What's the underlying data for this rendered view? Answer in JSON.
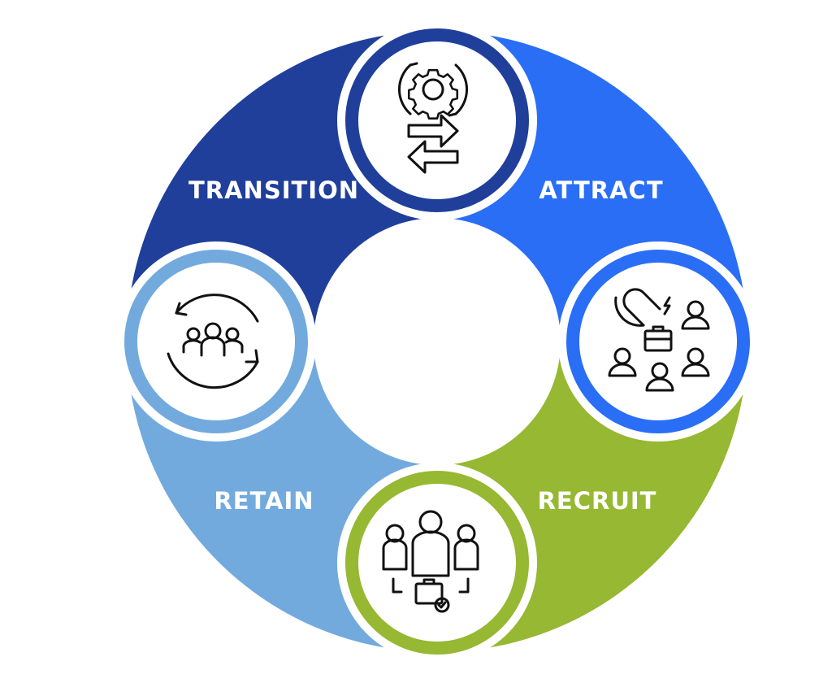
{
  "title": "Employee lifecycle cycle",
  "stages": [
    {
      "label": "TRANSITION",
      "color": "#1f3f9a",
      "icon": "gear-arrows-icon"
    },
    {
      "label": "ATTRACT",
      "color": "#2a6ef6",
      "icon": "magnet-people-icon"
    },
    {
      "label": "RECRUIT",
      "color": "#96b832",
      "icon": "team-briefcase-icon"
    },
    {
      "label": "RETAIN",
      "color": "#72aade",
      "icon": "people-cycle-icon"
    }
  ]
}
